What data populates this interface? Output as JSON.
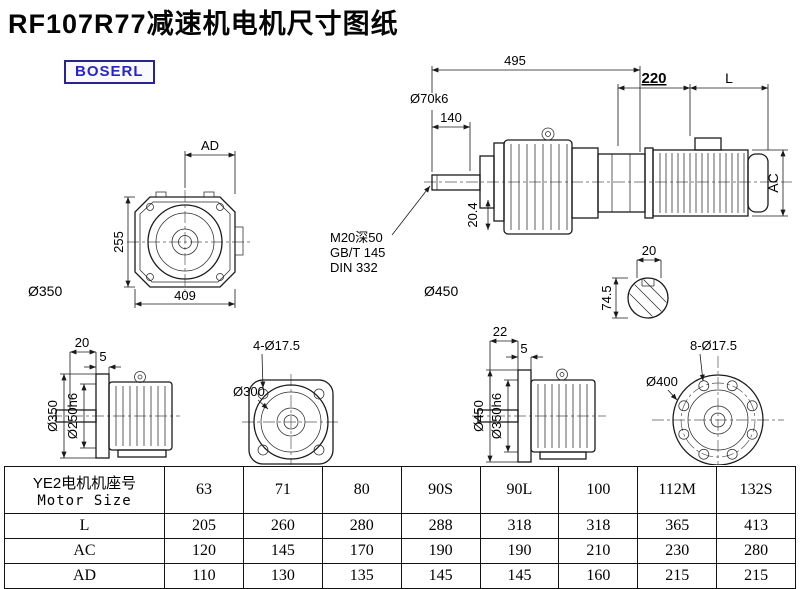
{
  "page": {
    "title": "RF107R77减速机电机尺寸图纸",
    "brand": "BOSERL"
  },
  "front_view": {
    "dim_ad": "AD",
    "dim_height": "255",
    "dim_width": "409",
    "dim_diameter": "Ø350"
  },
  "side_view": {
    "length_total": "495",
    "length_shaft": "140",
    "shaft_dia": "Ø70k6",
    "thread_note": [
      "M20深50",
      "GB/T 145",
      "DIN 332"
    ],
    "dim_20_4": "20.4",
    "flange_dia": "Ø450",
    "adapter_len": "220",
    "motor_len": "L",
    "motor_height": "AC",
    "key_width": "20",
    "section_height": "74.5"
  },
  "flange_small": {
    "t20": "20",
    "t5": "5",
    "outer": "Ø350",
    "pilot": "Ø250h6"
  },
  "bolt_small": {
    "holes": "4-Ø17.5",
    "circle": "Ø300"
  },
  "flange_large": {
    "t22": "22",
    "t5": "5",
    "outer": "Ø450",
    "pilot": "Ø350h6"
  },
  "bolt_large": {
    "holes": "8-Ø17.5",
    "circle": "Ø400"
  },
  "table": {
    "header": {
      "label_cn": "YE2电机机座号",
      "label_en": "Motor Size",
      "columns": [
        "63",
        "71",
        "80",
        "90S",
        "90L",
        "100",
        "112M",
        "132S"
      ]
    },
    "rows": [
      {
        "label": "L",
        "values": [
          "205",
          "260",
          "280",
          "288",
          "318",
          "318",
          "365",
          "413"
        ]
      },
      {
        "label": "AC",
        "values": [
          "120",
          "145",
          "170",
          "190",
          "190",
          "210",
          "230",
          "280"
        ]
      },
      {
        "label": "AD",
        "values": [
          "110",
          "130",
          "135",
          "145",
          "145",
          "160",
          "215",
          "215"
        ]
      }
    ]
  }
}
